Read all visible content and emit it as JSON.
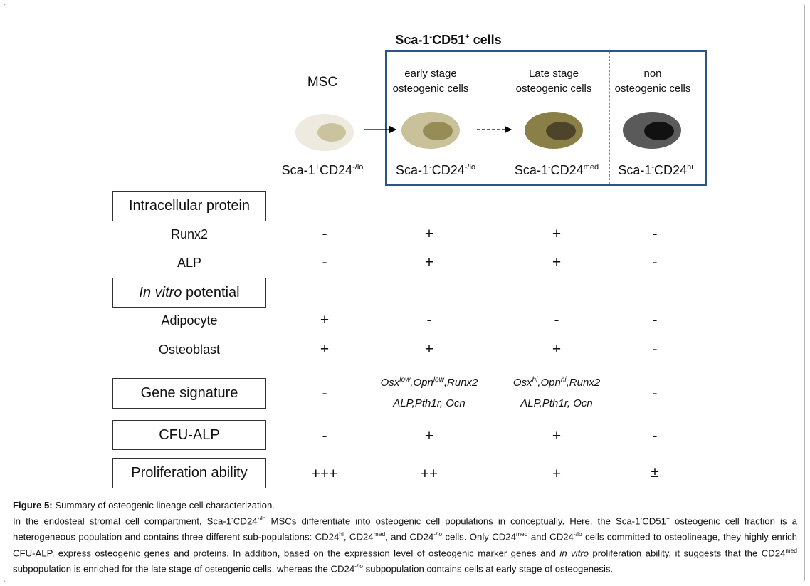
{
  "group": {
    "title_prefix": "Sca-1",
    "title_sup1": "-",
    "title_mid": "CD51",
    "title_sup2": "+",
    "title_suffix": " cells"
  },
  "populations": [
    {
      "header": "MSC",
      "header_line2": "",
      "label_base": "Sca-1",
      "label_sup1": "+",
      "label_mid": "CD24",
      "label_sup2": "-/lo",
      "outer_color": "#eeeae0",
      "inner_color": "#c9c49e"
    },
    {
      "header": "early stage",
      "header_line2": "osteogenic cells",
      "label_base": "Sca-1",
      "label_sup1": "-",
      "label_mid": "CD24",
      "label_sup2": "-/lo",
      "outer_color": "#c9c19a",
      "inner_color": "#968c56"
    },
    {
      "header": "Late stage",
      "header_line2": "osteogenic cells",
      "label_base": "Sca-1",
      "label_sup1": "-",
      "label_mid": "CD24",
      "label_sup2": "med",
      "outer_color": "#8a7f47",
      "inner_color": "#4d442a"
    },
    {
      "header": "non",
      "header_line2": "osteogenic cells",
      "label_base": "Sca-1",
      "label_sup1": "-",
      "label_mid": "CD24",
      "label_sup2": "hi",
      "outer_color": "#5a5a5a",
      "inner_color": "#111111"
    }
  ],
  "rows": {
    "intracellular_header": "Intracellular protein",
    "runx2": {
      "label": "Runx2",
      "values": [
        "-",
        "+",
        "+",
        "-"
      ]
    },
    "alp": {
      "label": "ALP",
      "values": [
        "-",
        "+",
        "+",
        "-"
      ]
    },
    "invitro_header_italic": "In vitro",
    "invitro_header_rest": " potential",
    "adipocyte": {
      "label": "Adipocyte",
      "values": [
        "+",
        "-",
        "-",
        "-"
      ]
    },
    "osteoblast": {
      "label": "Osteoblast",
      "values": [
        "+",
        "+",
        "+",
        "-"
      ]
    },
    "gene_signature": {
      "label": "Gene signature",
      "msc": "-",
      "non": "-",
      "early_osx": "Osx",
      "early_osx_sup": "low",
      "early_opn": ",Opn",
      "early_opn_sup": "low",
      "early_rest1": ",Runx2",
      "early_line2": "ALP,Pth1r, Ocn",
      "late_osx": "Osx",
      "late_osx_sup": "hi",
      "late_opn": ",Opn",
      "late_opn_sup": "hi",
      "late_rest1": ",Runx2",
      "late_line2": "ALP,Pth1r, Ocn"
    },
    "cfu_alp": {
      "label": "CFU-ALP",
      "values": [
        "-",
        "+",
        "+",
        "-"
      ]
    },
    "proliferation": {
      "label": "Proliferation ability",
      "values": [
        "+++",
        "++",
        "+",
        "±"
      ]
    }
  },
  "caption": {
    "figure_label": "Figure 5:",
    "title": " Summary of osteogenic lineage cell characterization.",
    "p1": "In the endosteal stromal cell compartment, Sca-1",
    "p1_sup1": "-",
    "p1_b": "CD24",
    "p1_sup2": "-/lo",
    "p1_c": " MSCs differentiate into osteogenic cell populations in conceptually. Here, the Sca-1",
    "p1_sup3": "-",
    "p1_d": "CD51",
    "p1_sup4": "+",
    "p1_e": " osteogenic cell fraction is a heterogeneous population and contains three different sub-populations: CD24",
    "p1_sup5": "hi",
    "p1_f": ", CD24",
    "p1_sup6": "med",
    "p1_g": ", and CD24",
    "p1_sup7": "-/lo",
    "p1_h": " cells. Only CD24",
    "p1_sup8": "med",
    "p1_i": " and CD24",
    "p1_sup9": "-/lo",
    "p1_j": " cells committed to osteolineage, they highly enrich CFU-ALP, express osteogenic genes and proteins. In addition, based on the expression level of osteogenic marker genes and ",
    "p1_italic": "in vitro",
    "p1_k": " proliferation ability, it suggests that the CD24",
    "p1_sup10": "med",
    "p1_l": " subpopulation is enriched for the late stage of osteogenic cells, whereas the CD24",
    "p1_sup11": "-/lo",
    "p1_m": " subpopulation contains cells at early stage of osteogenesis."
  }
}
